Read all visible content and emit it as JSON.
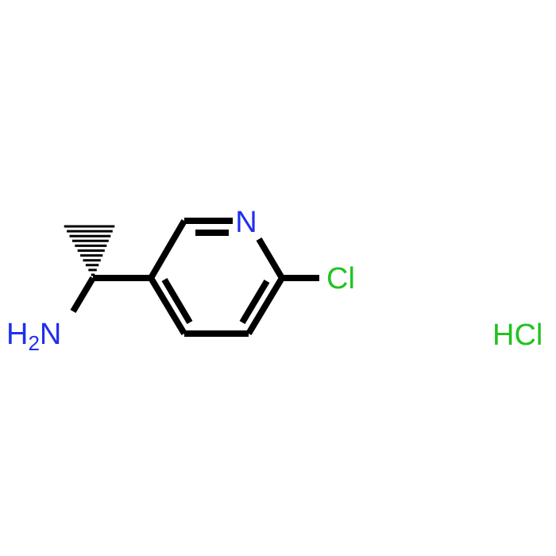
{
  "molecule": {
    "atoms": {
      "nitrogen": "N",
      "chlorine": "Cl",
      "amine_h": "H",
      "amine_h_count": "2",
      "amine_n": "N"
    },
    "salt": "HCl",
    "colors": {
      "bond": "#000000",
      "nitrogen": "#1f2ff0",
      "chlorine": "#22c21f"
    }
  }
}
